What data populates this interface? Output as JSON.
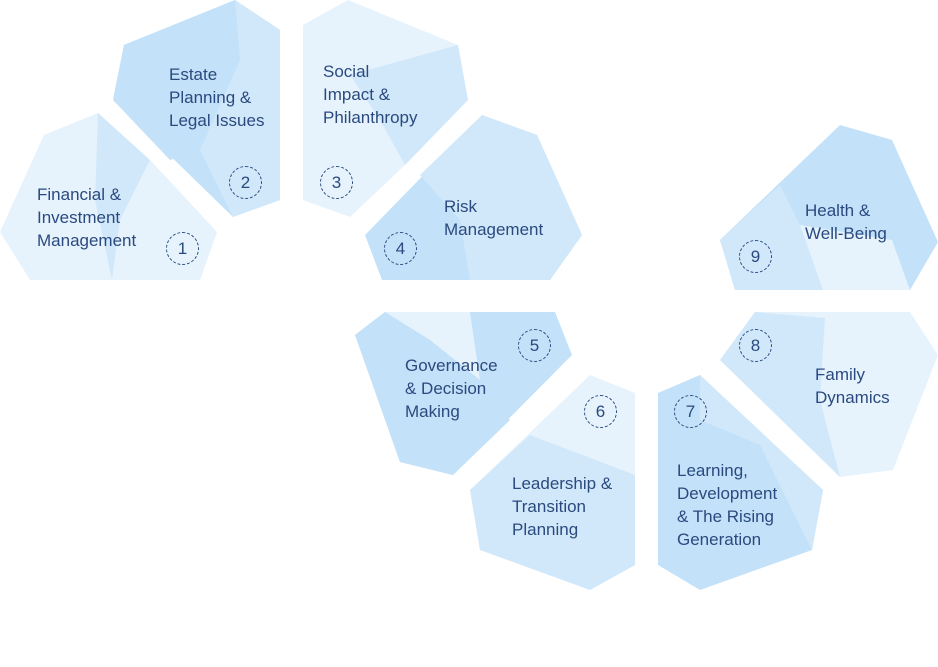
{
  "colors": {
    "light": "#e6f3fd",
    "mid": "#d1e8fb",
    "dark": "#c3e1f8",
    "text": "#2a4a7f"
  },
  "tiles": [
    {
      "number": "1",
      "label": "Financial &\nInvestment\nManagement"
    },
    {
      "number": "2",
      "label": "Estate\nPlanning &\nLegal Issues"
    },
    {
      "number": "3",
      "label": "Social\nImpact &\nPhilanthropy"
    },
    {
      "number": "4",
      "label": "Risk\nManagement"
    },
    {
      "number": "5",
      "label": "Governance\n& Decision\nMaking"
    },
    {
      "number": "6",
      "label": "Leadership &\nTransition\nPlanning"
    },
    {
      "number": "7",
      "label": "Learning,\nDevelopment\n& The Rising\nGeneration"
    },
    {
      "number": "8",
      "label": "Family\nDynamics"
    },
    {
      "number": "9",
      "label": "Health &\nWell-Being"
    }
  ]
}
